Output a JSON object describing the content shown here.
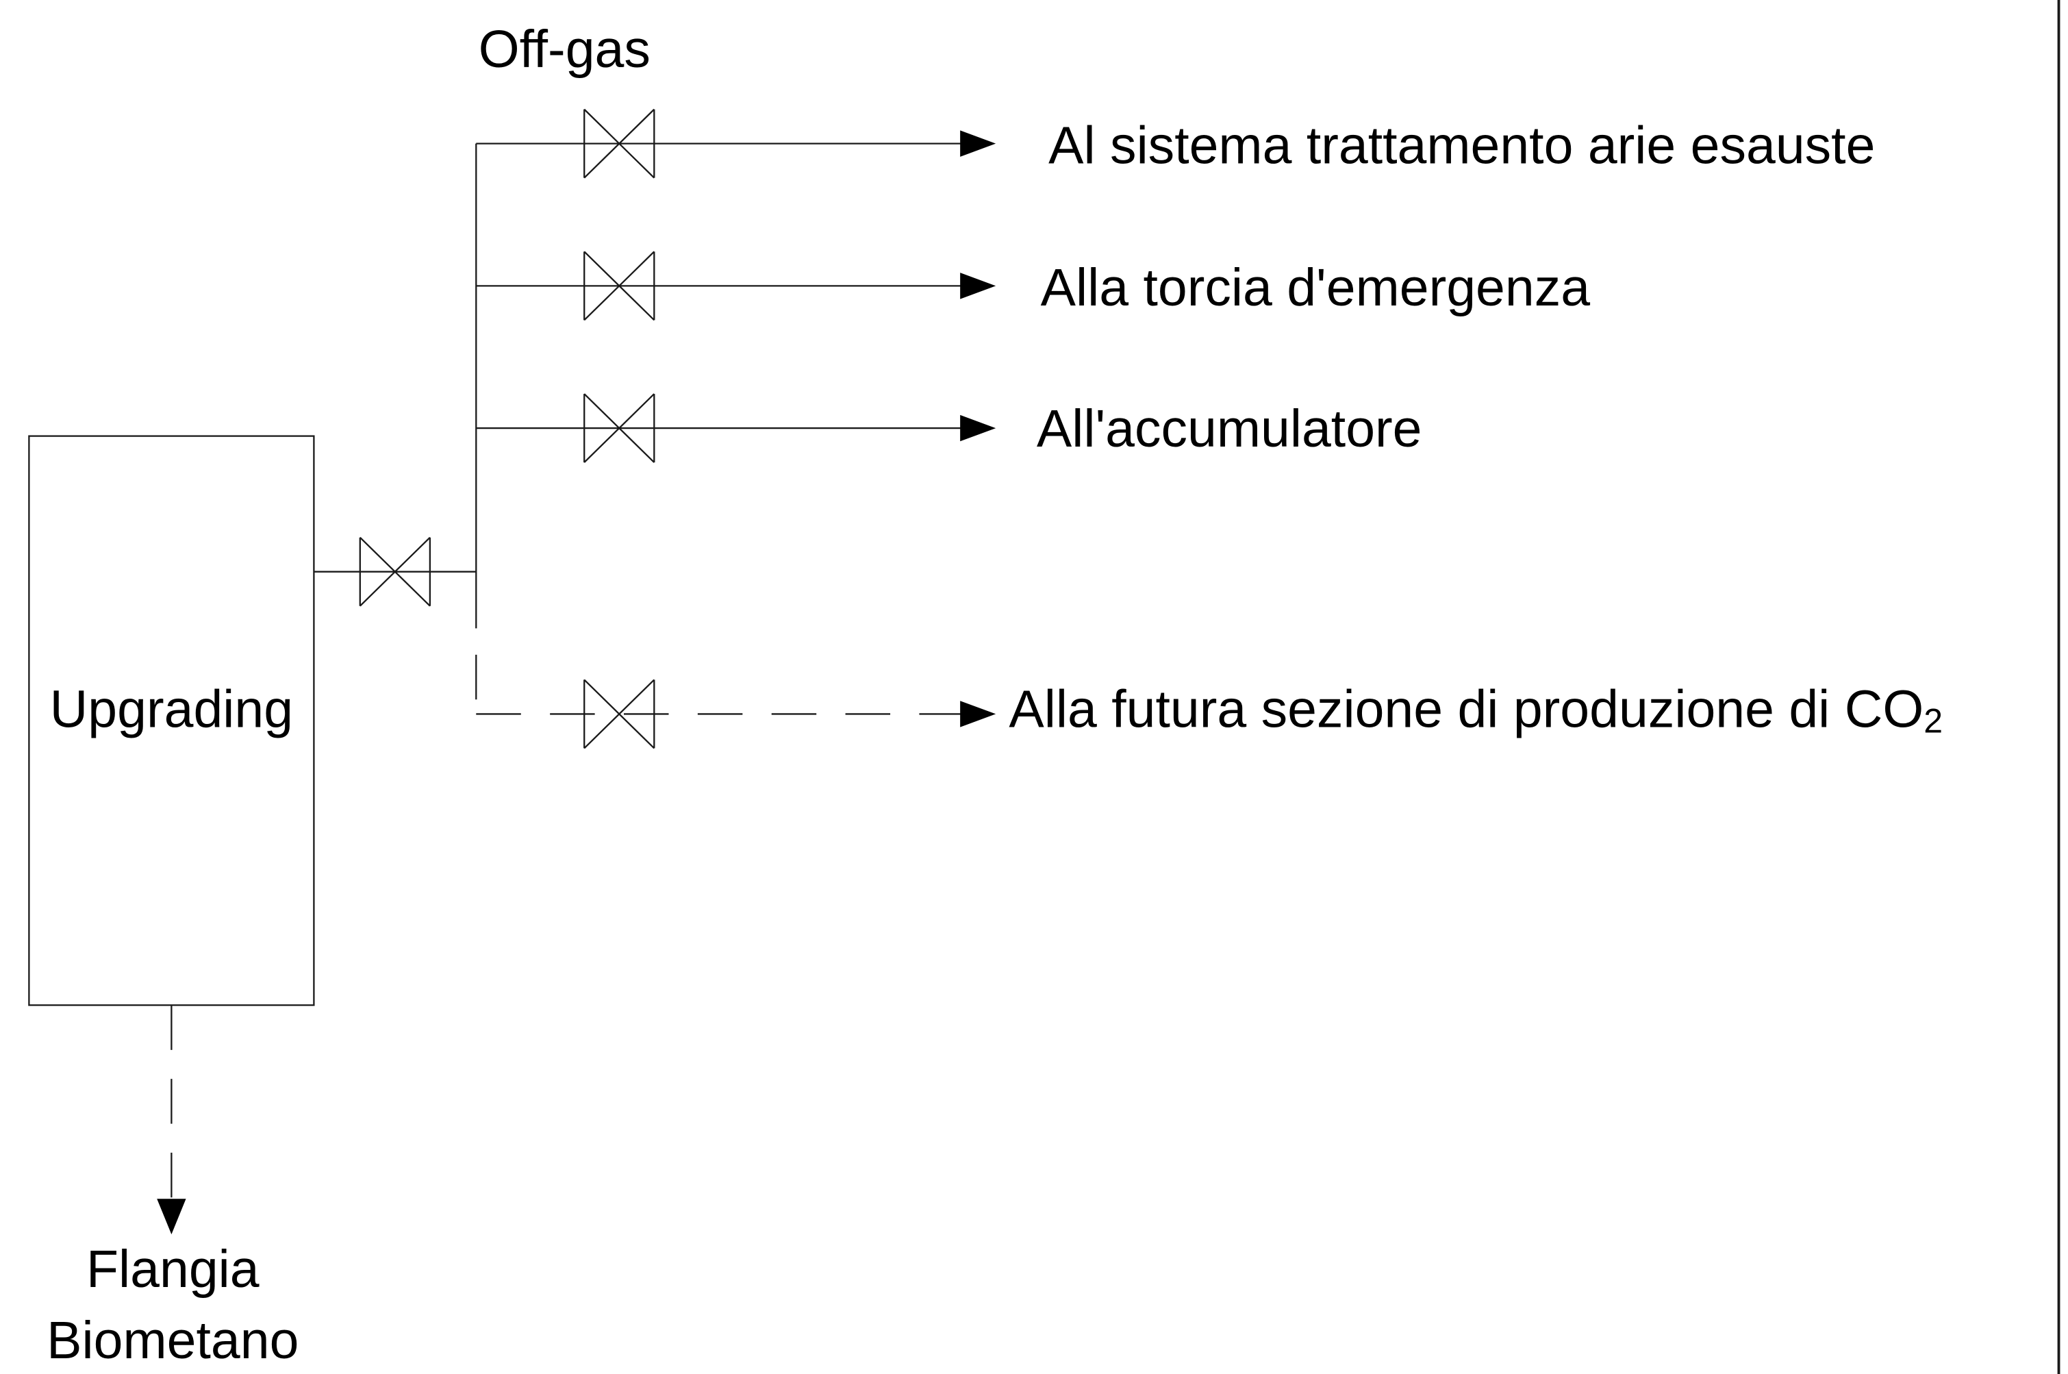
{
  "diagram": {
    "unit": {
      "label": "Upgrading"
    },
    "header": {
      "label": "Off-gas"
    },
    "outputs": [
      {
        "label": "Al sistema trattamento arie esauste"
      },
      {
        "label": "Alla torcia d'emergenza"
      },
      {
        "label": "All'accumulatore"
      },
      {
        "label": "Alla futura sezione di produzione di CO",
        "subscript": "2",
        "style": "future (dashed)"
      }
    ],
    "product": {
      "line1": "Flangia",
      "line2": "Biometano"
    }
  },
  "colors": {
    "line": "#1a1a1a",
    "text": "#000000",
    "background": "#ffffff"
  }
}
